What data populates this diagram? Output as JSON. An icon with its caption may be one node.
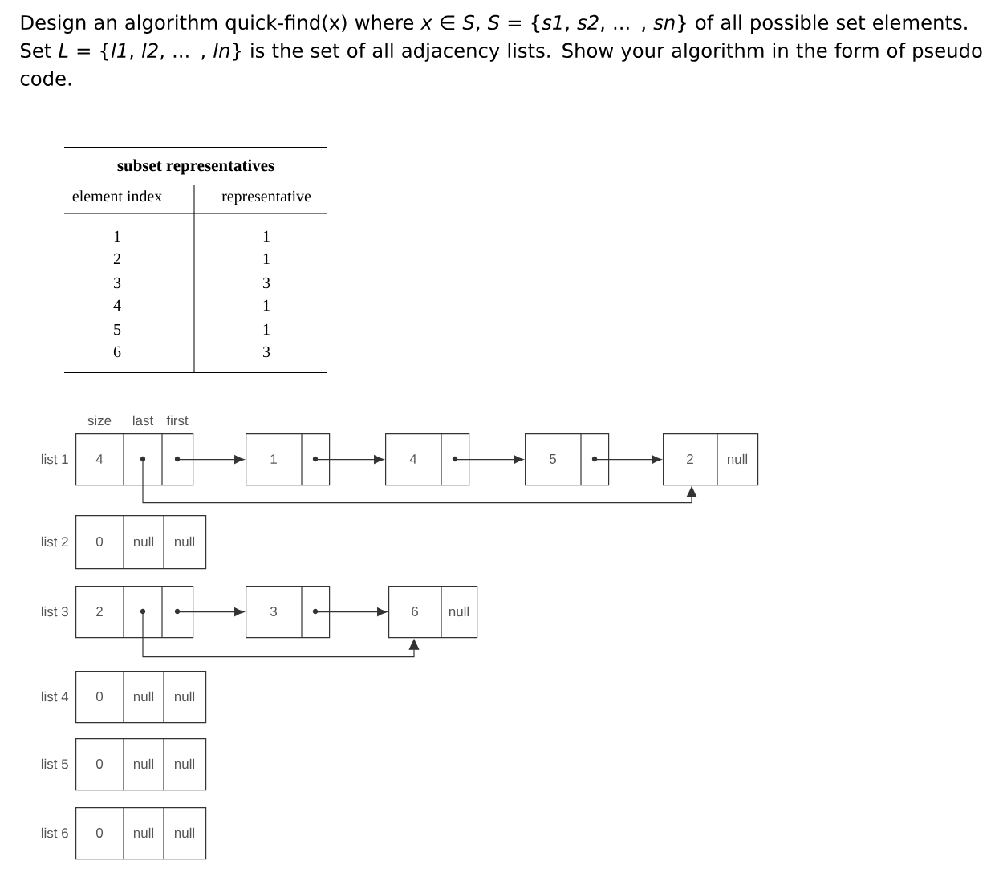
{
  "diagram": {
    "title": "Design an algorithm quick-find(x) where *x* ∈ *S*, *S* = {*s1*, *s2*, ... , *sn*} of all possible set elements. Set *L* = {*l1*, *l2*, ... , *ln*} is the set of all adjacency lists. Show your algorithm in the form of pseudo code.",
    "nodes": [
      {
        "text": [
          "4"
        ],
        "beside": [
          "list 1",
          "size",
          "last",
          "first"
        ]
      },
      {
        "text": [
          "1"
        ]
      },
      {
        "text": [
          "4"
        ]
      },
      {
        "text": [
          "5"
        ]
      },
      {
        "text": [
          "2",
          "null"
        ]
      },
      {
        "text": [
          "0",
          "null",
          "null"
        ],
        "beside": [
          "list 2"
        ]
      },
      {
        "text": [
          "2"
        ],
        "beside": [
          "list 3"
        ]
      },
      {
        "text": [
          "3"
        ]
      },
      {
        "text": [
          "6",
          "null"
        ]
      },
      {
        "text": [
          "0",
          "null",
          "null"
        ],
        "beside": [
          "list 4"
        ]
      },
      {
        "text": [
          "0",
          "null",
          "null"
        ],
        "beside": [
          "list 5"
        ]
      },
      {
        "text": [
          "0",
          "null",
          "null"
        ],
        "beside": [
          "list 6"
        ]
      }
    ],
    "edges": [
      {
        "from": 0,
        "to": 1,
        "arrow": "to"
      },
      {
        "from": 1,
        "to": 2,
        "arrow": "to"
      },
      {
        "from": 2,
        "to": 3,
        "arrow": "to"
      },
      {
        "from": 3,
        "to": 4,
        "arrow": "to"
      },
      {
        "from": 0,
        "to": 4,
        "arrow": "to"
      },
      {
        "from": 6,
        "to": 7,
        "arrow": "to"
      },
      {
        "from": 7,
        "to": 8,
        "arrow": "to"
      },
      {
        "from": 6,
        "to": 8,
        "arrow": "to"
      }
    ],
    "labels": [
      "subset representatives",
      "element index",
      "representative",
      "1",
      "1",
      "2",
      "1",
      "3",
      "3",
      "4",
      "1",
      "5",
      "1",
      "6",
      "3"
    ]
  }
}
